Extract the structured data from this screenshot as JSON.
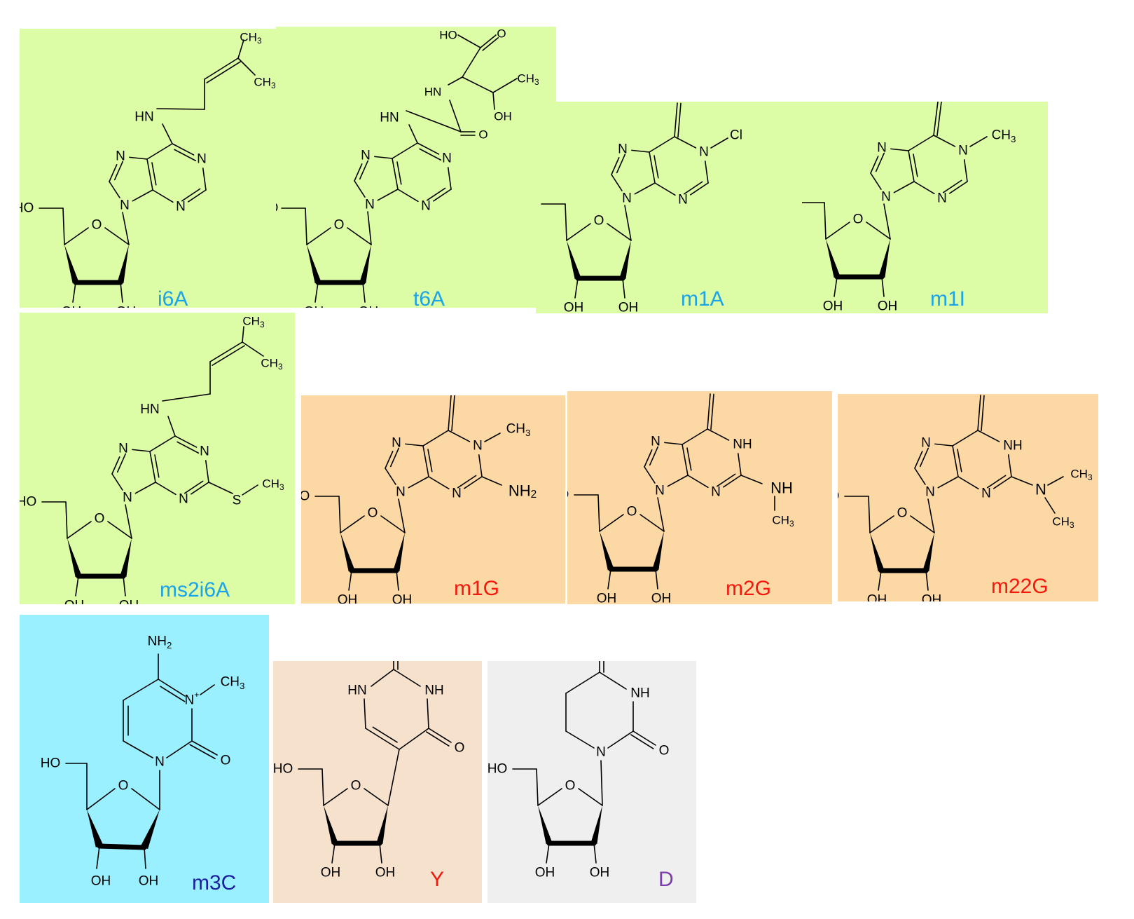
{
  "colors": {
    "green_panel": "#ddfca6",
    "orange_panel": "#fcd9a4",
    "cyan_panel": "#9af0ff",
    "tan_panel": "#f6e1cd",
    "gray_panel": "#efefef",
    "label_blue": "#1ca4e8",
    "label_red": "#f21a0f",
    "label_navy": "#1e1fa0",
    "label_purple": "#7a3ea8"
  },
  "atoms": {
    "ho": "HO",
    "oh": "OH",
    "o": "O",
    "n": "N",
    "nh": "NH",
    "hn": "HN",
    "ch3": "CH3",
    "nh2": "NH2",
    "cl": "Cl",
    "s": "S",
    "inh": "NH",
    "n_plus": "N+"
  },
  "molecules": [
    {
      "id": "i6A",
      "label": "i6A",
      "label_color": "#1ca4e8",
      "panel_color": "#ddfca6"
    },
    {
      "id": "t6A",
      "label": "t6A",
      "label_color": "#1ca4e8",
      "panel_color": "#ddfca6"
    },
    {
      "id": "m1A",
      "label": "m1A",
      "label_color": "#1ca4e8",
      "panel_color": "#ddfca6"
    },
    {
      "id": "m1I",
      "label": "m1I",
      "label_color": "#1ca4e8",
      "panel_color": "#ddfca6"
    },
    {
      "id": "ms2i6A",
      "label": "ms2i6A",
      "label_color": "#1ca4e8",
      "panel_color": "#ddfca6"
    },
    {
      "id": "m1G",
      "label": "m1G",
      "label_color": "#f21a0f",
      "panel_color": "#fcd9a4"
    },
    {
      "id": "m2G",
      "label": "m2G",
      "label_color": "#f21a0f",
      "panel_color": "#fcd9a4"
    },
    {
      "id": "m22G",
      "label": "m22G",
      "label_color": "#f21a0f",
      "panel_color": "#fcd9a4"
    },
    {
      "id": "m3C",
      "label": "m3C",
      "label_color": "#1e1fa0",
      "panel_color": "#9af0ff"
    },
    {
      "id": "Y",
      "label": "Y",
      "label_color": "#f21a0f",
      "panel_color": "#f6e1cd"
    },
    {
      "id": "D",
      "label": "D",
      "label_color": "#7a3ea8",
      "panel_color": "#efefef"
    }
  ]
}
